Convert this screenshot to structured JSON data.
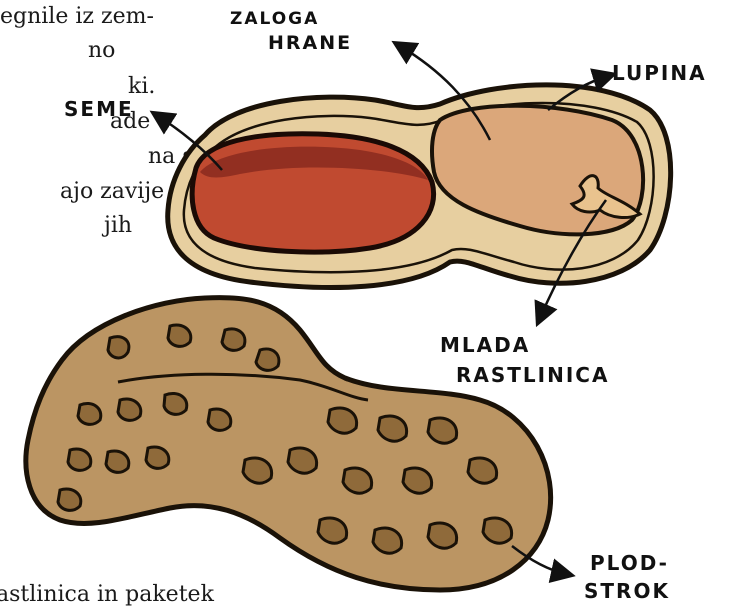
{
  "text_fragments": {
    "line_1": "egnile iz zem-",
    "line_2": "no",
    "line_3": "ki.",
    "line_4": "ade",
    "line_5": "na skrbno",
    "line_6": "ajo zavije v",
    "line_7": "jih",
    "bottom_line": "astlinica in paketek"
  },
  "labels": {
    "food_reserve_line1": "ZALOGA",
    "food_reserve_line2": "HRANE",
    "seed": "SEME",
    "shell": "LUPINA",
    "embryo_line1": "MLADA",
    "embryo_line2": "RASTLINICA",
    "pod_line1": "PLOD-",
    "pod_line2": "STROK"
  },
  "colors": {
    "shell_fill": "#e7cfa0",
    "shell_outline": "#1a1208",
    "seed_fill": "#c04a30",
    "seed_dark": "#8a2a1e",
    "food_reserve_fill": "#dba77a",
    "pod_fill": "#bb9563",
    "pod_spots": "#8f6a3a",
    "ink": "#111111"
  }
}
